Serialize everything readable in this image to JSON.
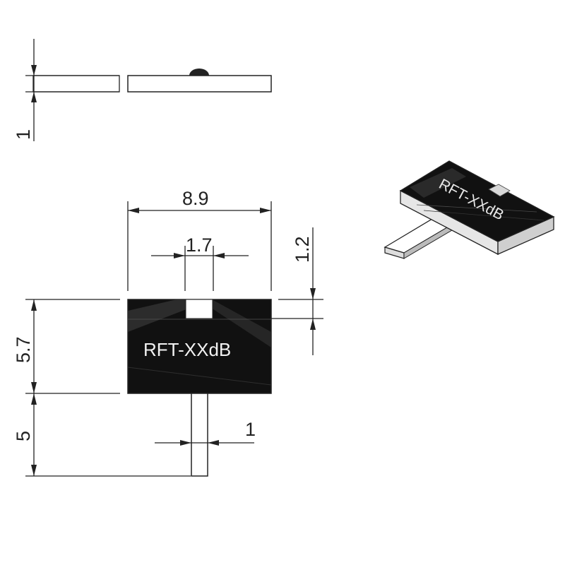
{
  "dimensions": {
    "thickness": "1",
    "width": "8.9",
    "tab_slot_width": "1.7",
    "slot_depth": "1.2",
    "body_height": "5.7",
    "lead_length": "5",
    "lead_width": "1"
  },
  "chip": {
    "marking": "RFT-XXdB"
  },
  "colors": {
    "line": "#222222",
    "chip_body": "#111111",
    "chip_highlight": "#3a3a3a",
    "lead_fill": "#ffffff"
  }
}
